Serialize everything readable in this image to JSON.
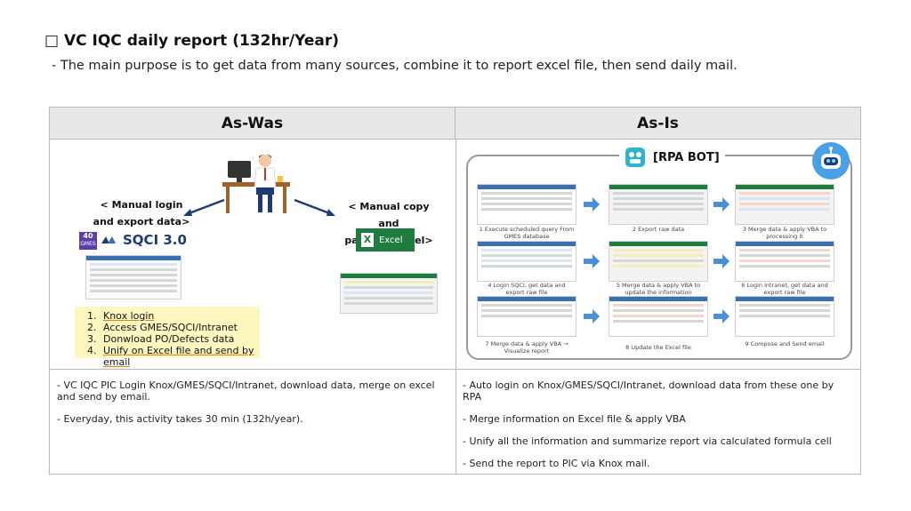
{
  "header": {
    "title": "□ VC IQC daily report (132hr/Year)",
    "subtitle": "- The main purpose is to get data from many sources, combine it to report excel file, then send daily mail."
  },
  "table": {
    "left_header": "As-Was",
    "right_header": "As-Is"
  },
  "as_was": {
    "note_login_line1": "< Manual login",
    "note_login_line2": "and export data>",
    "note_copy_line1": "< Manual copy and",
    "note_copy_line2": "paste on Excel>",
    "sqci_label": "SQCI 3.0",
    "gmes_label": "GMES",
    "gmes_num": "40",
    "excel_label": "Excel",
    "steps": [
      "Knox login",
      "Access GMES/SQCI/Intranet",
      "Donwload PO/Defects data",
      "Unify on Excel file and send by email"
    ],
    "description": [
      "-  VC IQC PIC Login Knox/GMES/SQCI/Intranet, download data, merge on excel and send by email.",
      "- Everyday, this activity takes 30 min (132h/year)."
    ]
  },
  "as_is": {
    "rpa_label": "[RPA BOT]",
    "steps": [
      "1 Execute scheduled query From GMES database",
      "2 Export raw data",
      "3 Merge data & apply VBA to processing it",
      "4 Login SQCI, get data and export raw file",
      "5 Merge data & apply VBA to update the information",
      "6 Login intranet, get data and export raw file",
      "7 Merge data & apply VBA → Visualize report",
      "8 Update the Excel file",
      "9 Compose and Send email"
    ],
    "description": [
      "-  Auto login on Knox/GMES/SQCI/Intranet, download data from these one by RPA",
      "-  Merge information on Excel file & apply VBA",
      "-  Unify all the information and summarize report via calculated formula cell",
      "-  Send the report to PIC via Knox mail."
    ]
  },
  "colors": {
    "accent_arrow": "#4a90d9",
    "excel_green": "#1e7d3e",
    "bot_blue": "#4aa0e6",
    "highlight": "#fff7c0"
  }
}
